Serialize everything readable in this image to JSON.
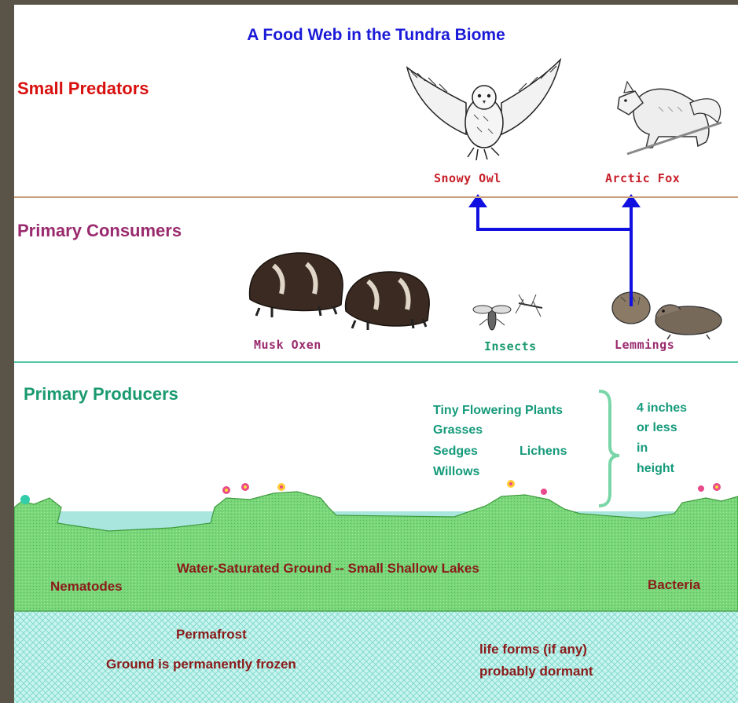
{
  "title": "A Food Web in the Tundra Biome",
  "levels": {
    "predators": {
      "label": "Small Predators",
      "color": "#d8100e"
    },
    "consumers": {
      "label": "Primary Consumers",
      "color": "#9a2a6e"
    },
    "producers": {
      "label": "Primary Producers",
      "color": "#1a9a6e"
    }
  },
  "animals": {
    "snowy_owl": "Snowy Owl",
    "arctic_fox": "Arctic Fox",
    "musk_oxen": "Musk Oxen",
    "insects": "Insects",
    "lemmings": "Lemmings"
  },
  "plants": {
    "tiny_flowering": "Tiny Flowering Plants",
    "grasses": "Grasses",
    "sedges": "Sedges",
    "lichens": "Lichens",
    "willows": "Willows",
    "height_lines": [
      "4 inches",
      "or less",
      "in",
      "height"
    ]
  },
  "ground": {
    "wet_ground": "Water-Saturated Ground -- Small Shallow Lakes",
    "nematodes": "Nematodes",
    "bacteria": "Bacteria",
    "permafrost": "Permafrost",
    "frozen": "Ground is permanently frozen",
    "life_forms": "life forms  (if any)",
    "dormant": "probably dormant"
  },
  "colors": {
    "title": "#1a1ad8",
    "arrow": "#1010e0",
    "divider_top": "#c8a080",
    "divider_mid": "#55c8a8",
    "water": "#a8e6de",
    "land": "#7ad67a",
    "permafrost": "#b8f0ea",
    "ground_text": "#8b1a1a",
    "animal_label": "#c8202a"
  }
}
